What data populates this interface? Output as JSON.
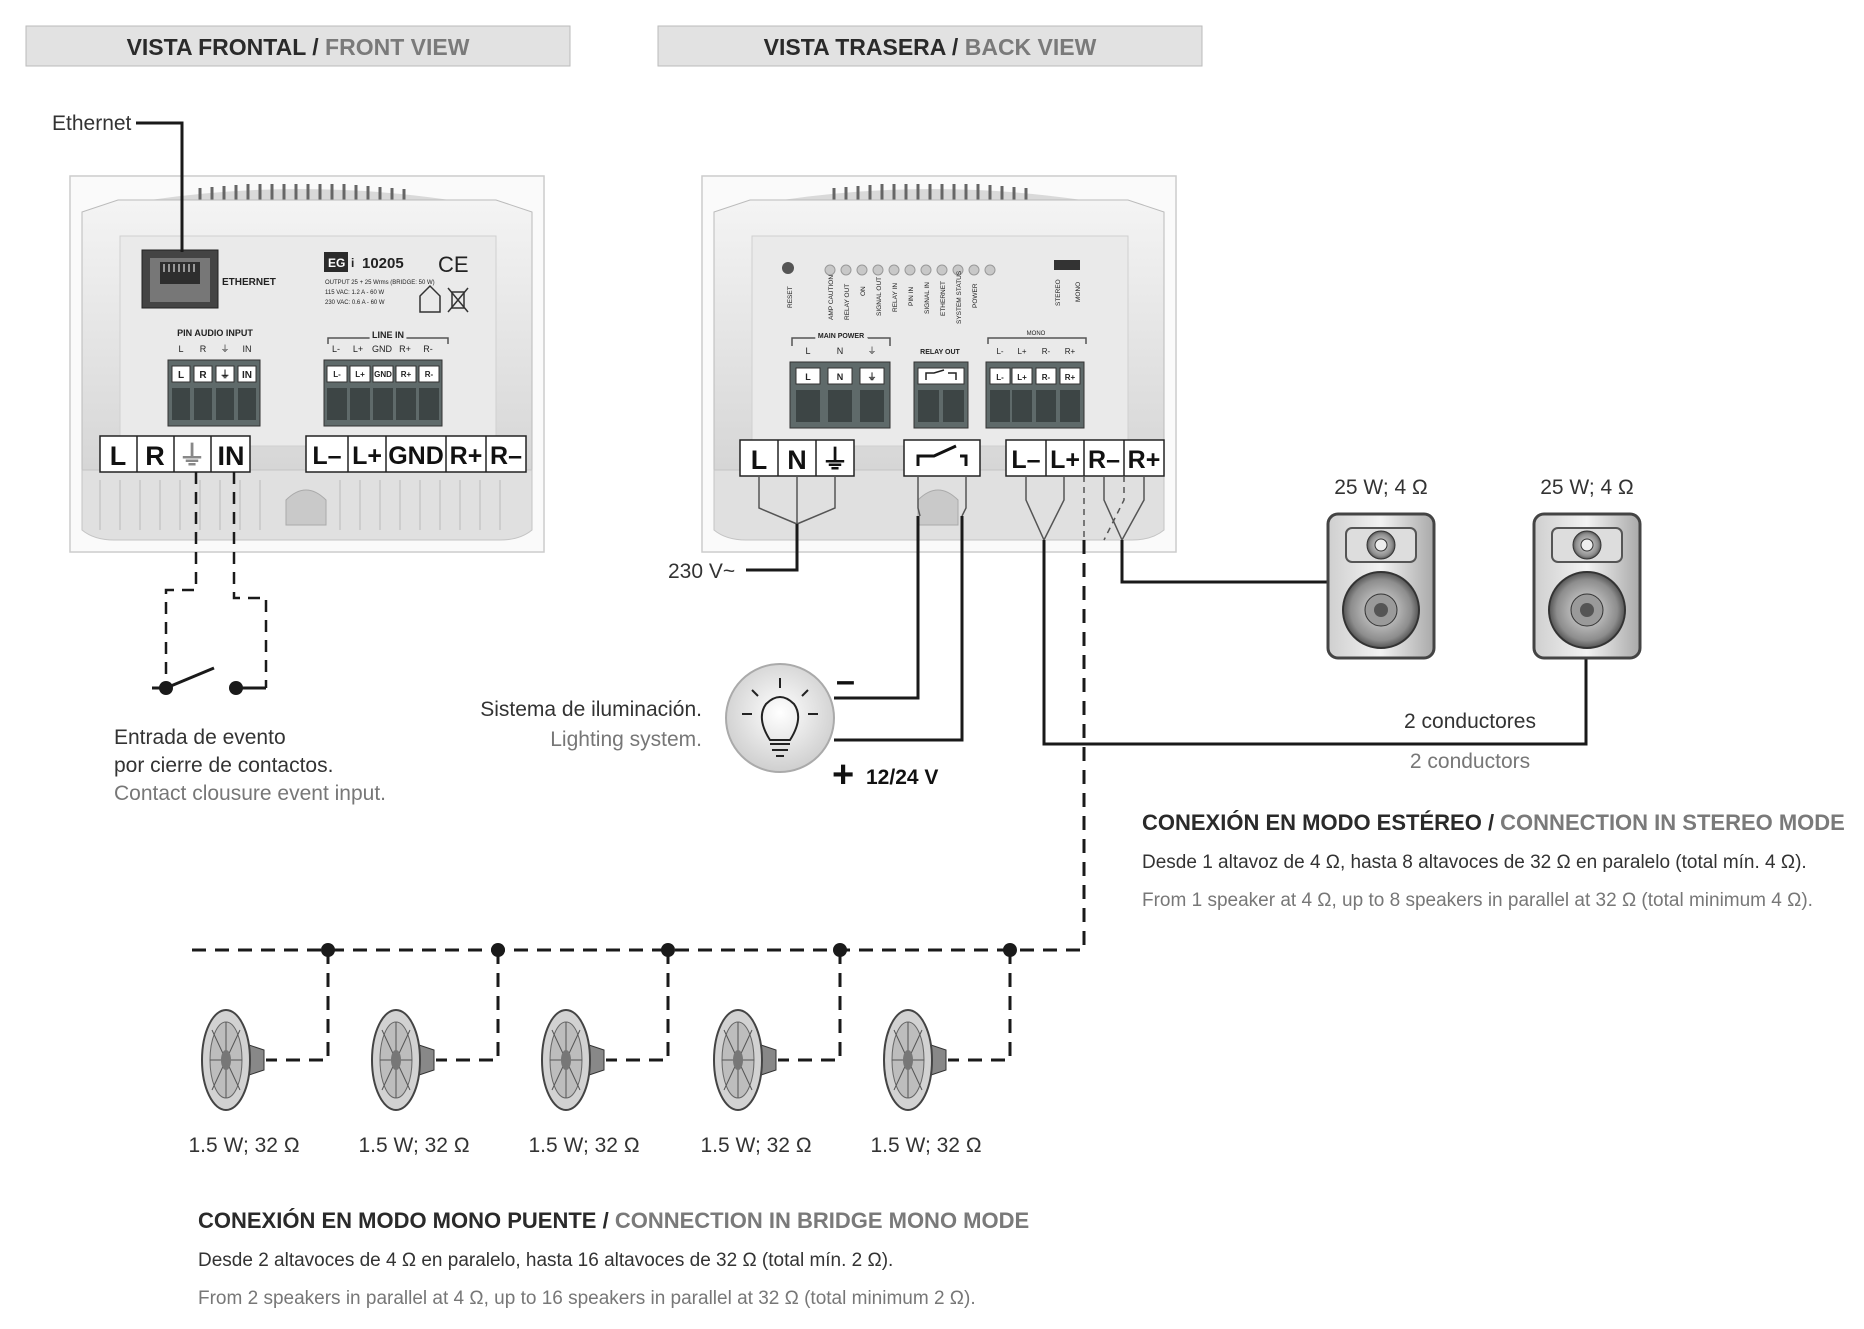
{
  "front_view": {
    "title_es": "VISTA FRONTAL",
    "title_sep": " / ",
    "title_en": "FRONT VIEW",
    "ethernet_callout": "Ethernet",
    "port_label": "ETHERNET",
    "brand": "EG",
    "brand_suffix": "i",
    "model": "10205",
    "ce_mark": "CE",
    "spec_line1": "OUTPUT 25 + 25 Wrms (BRIDGE: 50 W)",
    "spec_line2": "115 VAC: 1.2 A - 60 W",
    "spec_line3": "230 VAC: 0.6 A - 60 W",
    "pin_audio_title": "PIN AUDIO INPUT",
    "pin_audio_sub": [
      "L",
      "R",
      "⏚",
      "IN"
    ],
    "line_in_title": "LINE IN",
    "line_in_sub": [
      "L-",
      "L+",
      "GND",
      "R+",
      "R-"
    ],
    "pin_terminals": [
      "L",
      "R",
      "⏚",
      "IN"
    ],
    "line_terminals": [
      "L–",
      "L+",
      "GND",
      "R+",
      "R–"
    ],
    "event_text_es_1": "Entrada de evento",
    "event_text_es_2": "por cierre de contactos.",
    "event_text_en": "Contact clousure event input."
  },
  "back_view": {
    "title_es": "VISTA TRASERA",
    "title_sep": " / ",
    "title_en": "BACK VIEW",
    "leds": [
      "RESET",
      "AMP CAUTION",
      "RELAY OUT",
      "ON",
      "SIGNAL OUT",
      "RELAY IN",
      "PIN IN",
      "SIGNAL IN",
      "ETHERNET",
      "SYSTEM STATUS",
      "POWER",
      "STEREO",
      "MONO"
    ],
    "main_power_title": "MAIN POWER",
    "main_power_sub": [
      "L",
      "N",
      "⏚"
    ],
    "relay_out_title": "RELAY OUT",
    "out_title": "MONO",
    "out_sub": [
      "L-",
      "L+",
      "R-",
      "R+"
    ],
    "power_terminals": [
      "L",
      "N",
      "⏚"
    ],
    "output_terminals": [
      "L–",
      "L+",
      "R–",
      "R+"
    ],
    "mains_label": "230 V~",
    "lighting_es": "Sistema de iluminación.",
    "lighting_en": "Lighting system.",
    "minus_sign": "–",
    "plus_sign": "+",
    "relay_voltage": "12/24 V"
  },
  "stereo": {
    "speaker_ratings": [
      "25 W; 4 Ω",
      "25 W; 4 Ω"
    ],
    "conductors_es": "2 conductores",
    "conductors_en": "2 conductors",
    "title_es": "CONEXIÓN EN MODO ESTÉREO",
    "title_sep": " / ",
    "title_en": "CONNECTION IN STEREO MODE",
    "desc_es": "Desde 1 altavoz de 4 Ω, hasta 8 altavoces de 32 Ω en paralelo (total mín. 4 Ω).",
    "desc_en": "From 1 speaker at 4 Ω, up to 8 speakers in parallel at 32 Ω (total minimum 4 Ω)."
  },
  "mono": {
    "speaker_ratings": [
      "1.5 W; 32 Ω",
      "1.5 W; 32 Ω",
      "1.5 W; 32 Ω",
      "1.5 W; 32 Ω",
      "1.5 W; 32 Ω"
    ],
    "title_es": "CONEXIÓN EN MODO MONO PUENTE",
    "title_sep": " / ",
    "title_en": "CONNECTION IN BRIDGE MONO MODE",
    "desc_es": "Desde 2 altavoces de 4 Ω en paralelo, hasta 16 altavoces de 32 Ω (total mín. 2 Ω).",
    "desc_en": "From 2 speakers in parallel at 4 Ω, up to 16 speakers in parallel at 32 Ω (total minimum 2 Ω)."
  },
  "colors": {
    "header_band": "#e2e2e2",
    "device_body": "#ececec",
    "terminal_block": "#5f6a6a",
    "wire": "#1a1a1a",
    "text_secondary": "#777777"
  }
}
